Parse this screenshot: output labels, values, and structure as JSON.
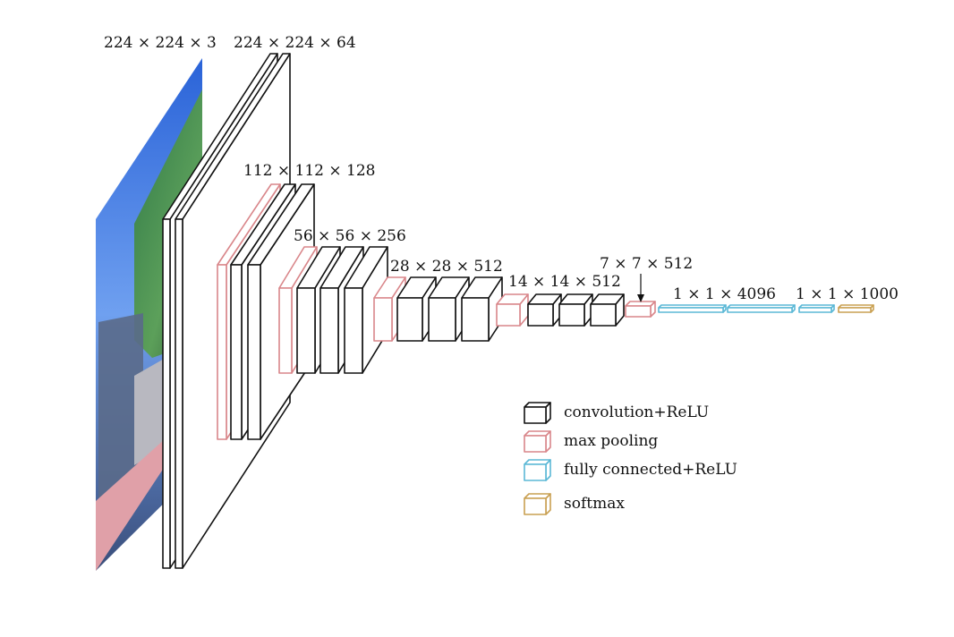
{
  "colors": {
    "convolution": "#111111",
    "pooling": "#d9868a",
    "fully_connected": "#5bb8d6",
    "softmax": "#c9a052",
    "background": "#ffffff"
  },
  "labels": {
    "input": "224 × 224 × 3",
    "block1": "224 × 224 × 64",
    "block2": "112 × 112 × 128",
    "block3": "56 × 56 × 256",
    "block4": "28 × 28 × 512",
    "block5": "14 × 14 × 512",
    "pool5": "7 × 7 × 512",
    "fc": "1 × 1 × 4096",
    "softmax": "1 × 1 × 1000"
  },
  "legend": [
    {
      "key": "convolution",
      "label": "convolution+ReLU"
    },
    {
      "key": "pooling",
      "label": "max pooling"
    },
    {
      "key": "fully_connected",
      "label": "fully connected+ReLU"
    },
    {
      "key": "softmax",
      "label": "softmax"
    }
  ]
}
